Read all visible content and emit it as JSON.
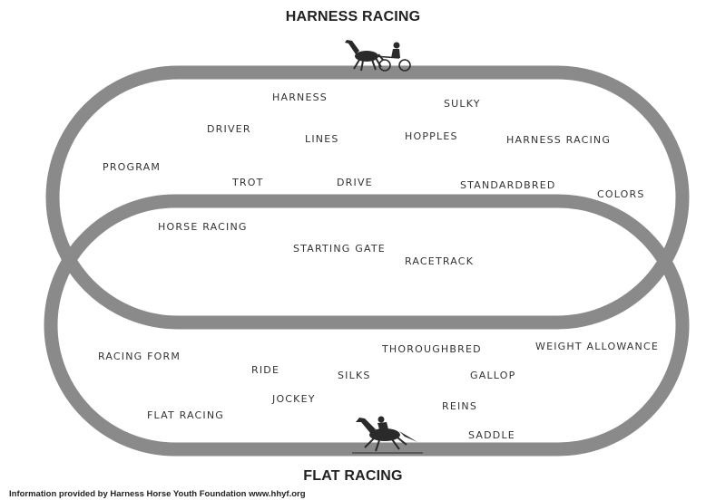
{
  "titles": {
    "top": "HARNESS RACING",
    "bottom": "FLAT RACING"
  },
  "colors": {
    "track": "#8a8a8a",
    "text": "#333333",
    "horse": "#2a2a2a"
  },
  "icons": {
    "top": "harness-horse-sulky-icon",
    "bottom": "jockey-horse-icon"
  },
  "terms": {
    "harness": "HARNESS",
    "sulky": "SULKY",
    "driver": "DRIVER",
    "lines": "LINES",
    "hopples": "HOPPLES",
    "harness_racing": "HARNESS RACING",
    "program": "PROGRAM",
    "trot": "TROT",
    "drive": "DRIVE",
    "standardbred": "STANDARDBRED",
    "colors": "COLORS",
    "horse_racing": "HORSE RACING",
    "starting_gate": "STARTING GATE",
    "racetrack": "RACETRACK",
    "racing_form": "RACING FORM",
    "thoroughbred": "THOROUGHBRED",
    "weight_allowance": "WEIGHT ALLOWANCE",
    "ride": "RIDE",
    "silks": "SILKS",
    "gallop": "GALLOP",
    "jockey": "JOCKEY",
    "reins": "REINS",
    "flat_racing": "FLAT RACING",
    "saddle": "SADDLE"
  },
  "footer": "Information provided by Harness Horse Youth Foundation www.hhyf.org"
}
